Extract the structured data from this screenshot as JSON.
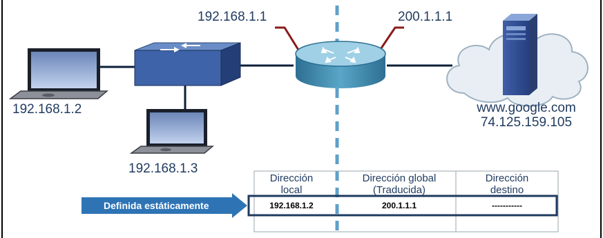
{
  "labels": {
    "router_inside_ip": "192.168.1.1",
    "router_outside_ip": "200.1.1.1",
    "host_1_ip": "192.168.1.2",
    "host_2_ip": "192.168.1.3",
    "server_name": "www.google.com",
    "server_ip": "74.125.159.105"
  },
  "nat_table": {
    "headers": [
      [
        "Dirección",
        "local"
      ],
      [
        "Dirección global",
        "(Traducida)"
      ],
      [
        "Dirección",
        "destino"
      ]
    ],
    "row": {
      "arrow_label": "Definida estáticamente",
      "local": "192.168.1.2",
      "global": "200.1.1.1",
      "destination": "-----------"
    }
  },
  "colors": {
    "text": "#1f3a5f",
    "link": "#0b1f3a",
    "ip_leader": "#8b1a1a",
    "divider": "#5fa0c8",
    "arrow": "#2e74b5",
    "router": "#3d8bb0",
    "cloud": "#cfd8e0"
  },
  "icons": [
    "laptop-icon",
    "switch-icon",
    "router-icon",
    "cloud-icon",
    "server-icon"
  ]
}
